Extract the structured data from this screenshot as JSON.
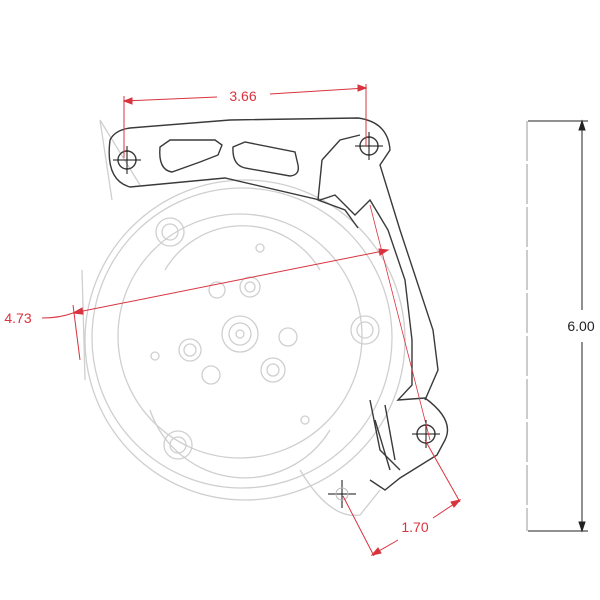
{
  "dimensions": {
    "top_width": "3.66",
    "diagonal": "4.73",
    "height": "6.00",
    "lower_offset": "1.70"
  },
  "colors": {
    "dimension": "#d9333f",
    "part_light": "#c8c8c8",
    "part_dark": "#333333",
    "height_line": "#222222"
  }
}
